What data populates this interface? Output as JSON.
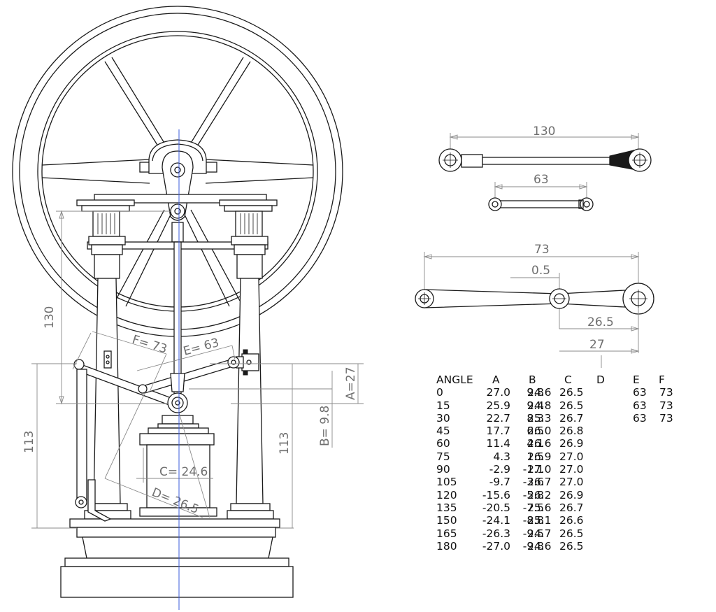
{
  "engine": {
    "dim_130": "130",
    "dim_113_left": "113",
    "dim_113_right": "113",
    "dim_F": "F= 73",
    "dim_E": "E= 63",
    "dim_A": "A=27",
    "dim_B": "B= 9.8",
    "dim_C": "C= 24.6",
    "dim_D": "D= 26.5"
  },
  "rods": {
    "rod1_length": "130",
    "rod2_length": "63",
    "lever_length": "73",
    "lever_offset": "0.5",
    "lever_inner": "26.5",
    "lever_outer": "27"
  },
  "table": {
    "headers": [
      "ANGLE",
      "A",
      "B",
      "C",
      "D",
      "E",
      "F"
    ],
    "rows": [
      [
        "0",
        "27.0",
        "9.8",
        "24.6",
        "26.5",
        "63",
        "73"
      ],
      [
        "15",
        "25.9",
        "9.4",
        "24.8",
        "26.5",
        "63",
        "73"
      ],
      [
        "30",
        "22.7",
        "8.3",
        "25.3",
        "26.7",
        "63",
        "73"
      ],
      [
        "45",
        "17.7",
        "6.5",
        "26.0",
        "26.8",
        "",
        ""
      ],
      [
        "60",
        "11.4",
        "4.1",
        "26.6",
        "26.9",
        "",
        ""
      ],
      [
        "75",
        "4.3",
        "1.5",
        "26.9",
        "27.0",
        "",
        ""
      ],
      [
        "90",
        "-2.9",
        "-1.1",
        "27.0",
        "27.0",
        "",
        ""
      ],
      [
        "105",
        "-9.7",
        "-3.6",
        "26.7",
        "27.0",
        "",
        ""
      ],
      [
        "120",
        "-15.6",
        "-5.8",
        "26.2",
        "26.9",
        "",
        ""
      ],
      [
        "135",
        "-20.5",
        "-7.5",
        "25.6",
        "26.7",
        "",
        ""
      ],
      [
        "150",
        "-24.1",
        "-8.8",
        "25.1",
        "26.6",
        "",
        ""
      ],
      [
        "165",
        "-26.3",
        "-9.5",
        "24.7",
        "26.5",
        "",
        ""
      ],
      [
        "180",
        "-27.0",
        "-9.8",
        "24.6",
        "26.5",
        "",
        ""
      ]
    ]
  }
}
